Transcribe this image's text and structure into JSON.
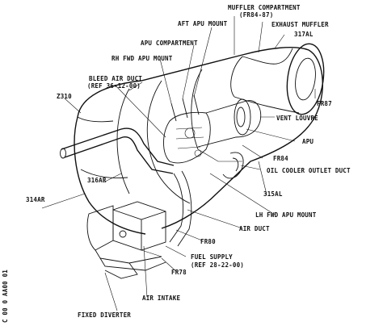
{
  "diagram": {
    "labels": {
      "muffler_compartment": "MUFFLER COMPARTMENT",
      "muffler_compartment_ref": "(FR84-87)",
      "exhaust_muffler": "EXHAUST MUFFLER",
      "aft_apu_mount": "AFT APU MOUNT",
      "apu_compartment": "APU COMPARTMENT",
      "rh_fwd_apu_mount": "RH FWD APU MOUNT",
      "z317al": "317AL",
      "bleed_air_duct": "BLEED AIR DUCT",
      "bleed_air_duct_ref": "(REF 36-12-00)",
      "z310": "Z310",
      "fr87": "FR87",
      "vent_louvre": "VENT LOUVRE",
      "apu": "APU",
      "fr84": "FR84",
      "oil_cooler_outlet_duct": "OIL COOLER OUTLET DUCT",
      "z316ar": "316AR",
      "z315al": "315AL",
      "z314ar": "314AR",
      "lh_fwd_apu_mount": "LH FWD APU MOUNT",
      "air_duct": "AIR DUCT",
      "fr80": "FR80",
      "fuel_supply": "FUEL SUPPLY",
      "fuel_supply_ref": "(REF 28-22-00)",
      "fr78": "FR78",
      "air_intake": "AIR INTAKE",
      "fixed_diverter": "FIXED DIVERTER",
      "side_code": "C 00 0 AA00 01"
    }
  }
}
